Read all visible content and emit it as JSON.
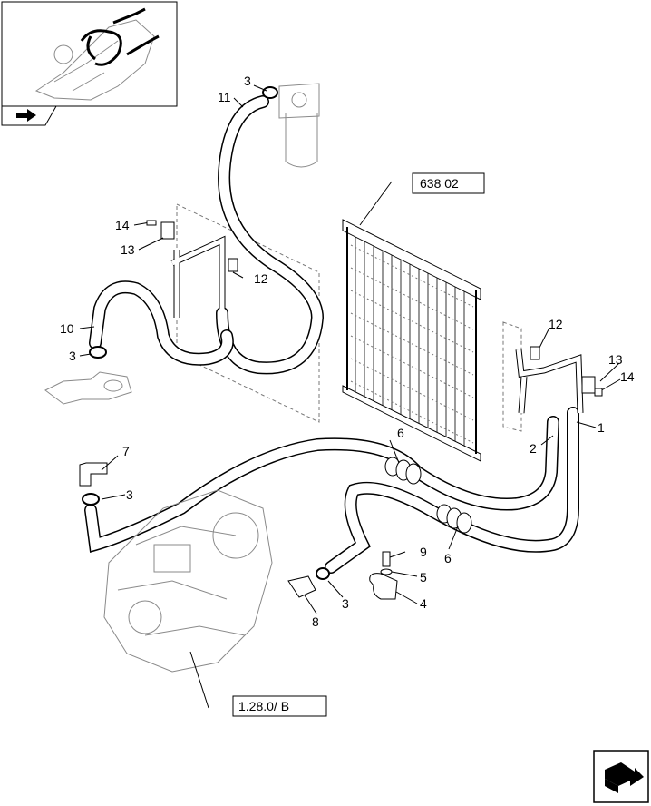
{
  "callouts": {
    "c1": "1",
    "c2": "2",
    "c3a": "3",
    "c3b": "3",
    "c3c": "3",
    "c3d": "3",
    "c4": "4",
    "c5": "5",
    "c6a": "6",
    "c6b": "6",
    "c7": "7",
    "c8": "8",
    "c9": "9",
    "c10": "10",
    "c11": "11",
    "c12a": "12",
    "c12b": "12",
    "c13a": "13",
    "c13b": "13",
    "c14a": "14",
    "c14b": "14"
  },
  "references": {
    "radiator_ref": "638 02",
    "transmission_ref": "1.28.0/ B"
  },
  "icons": {
    "thumbnail_nav": "double-arrow-icon",
    "next_page": "next-page-arrow-icon"
  }
}
